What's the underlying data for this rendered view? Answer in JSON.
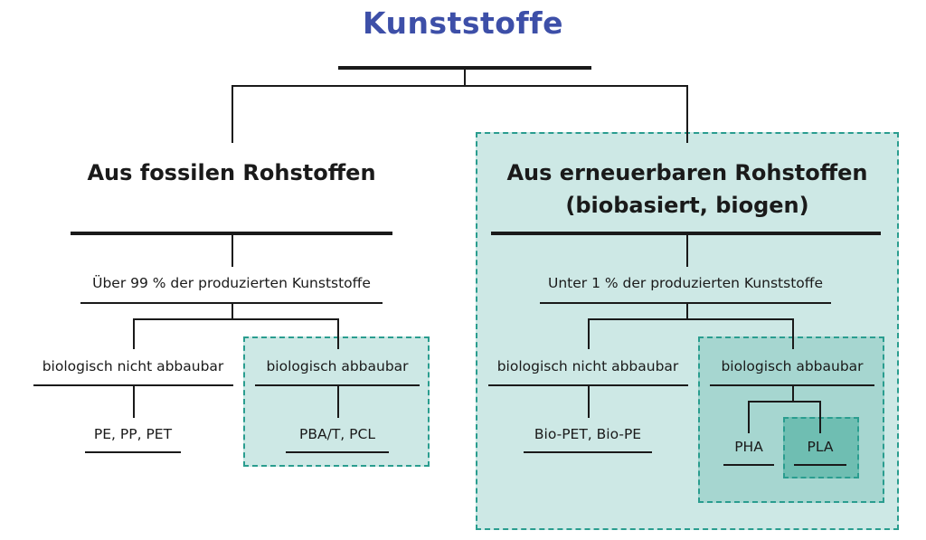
{
  "title": "Kunststoffe",
  "fossil": {
    "heading": "Aus fossilen Rohstoffen",
    "share": "Über 99 % der produzierten Kunststoffe",
    "non_degradable": {
      "label": "biologisch nicht abbaubar",
      "examples": "PE, PP, PET"
    },
    "degradable": {
      "label": "biologisch abbaubar",
      "examples": "PBA/T, PCL"
    }
  },
  "renewable": {
    "heading_line1": "Aus erneuerbaren Rohstoffen",
    "heading_line2": "(biobasiert, biogen)",
    "share": "Unter 1 % der produzierten Kunststoffe",
    "non_degradable": {
      "label": "biologisch nicht abbaubar",
      "examples": "Bio-PET, Bio-PE"
    },
    "degradable": {
      "label": "biologisch abbaubar",
      "examples": [
        "PHA",
        "PLA"
      ]
    }
  },
  "colors": {
    "title": "#3d4fa8",
    "box_light": "#cde8e5",
    "box_medium": "#a6d6d0",
    "box_dark": "#6fbeb2",
    "box_border": "#2a9d8f",
    "lines": "#1a1a1a"
  }
}
